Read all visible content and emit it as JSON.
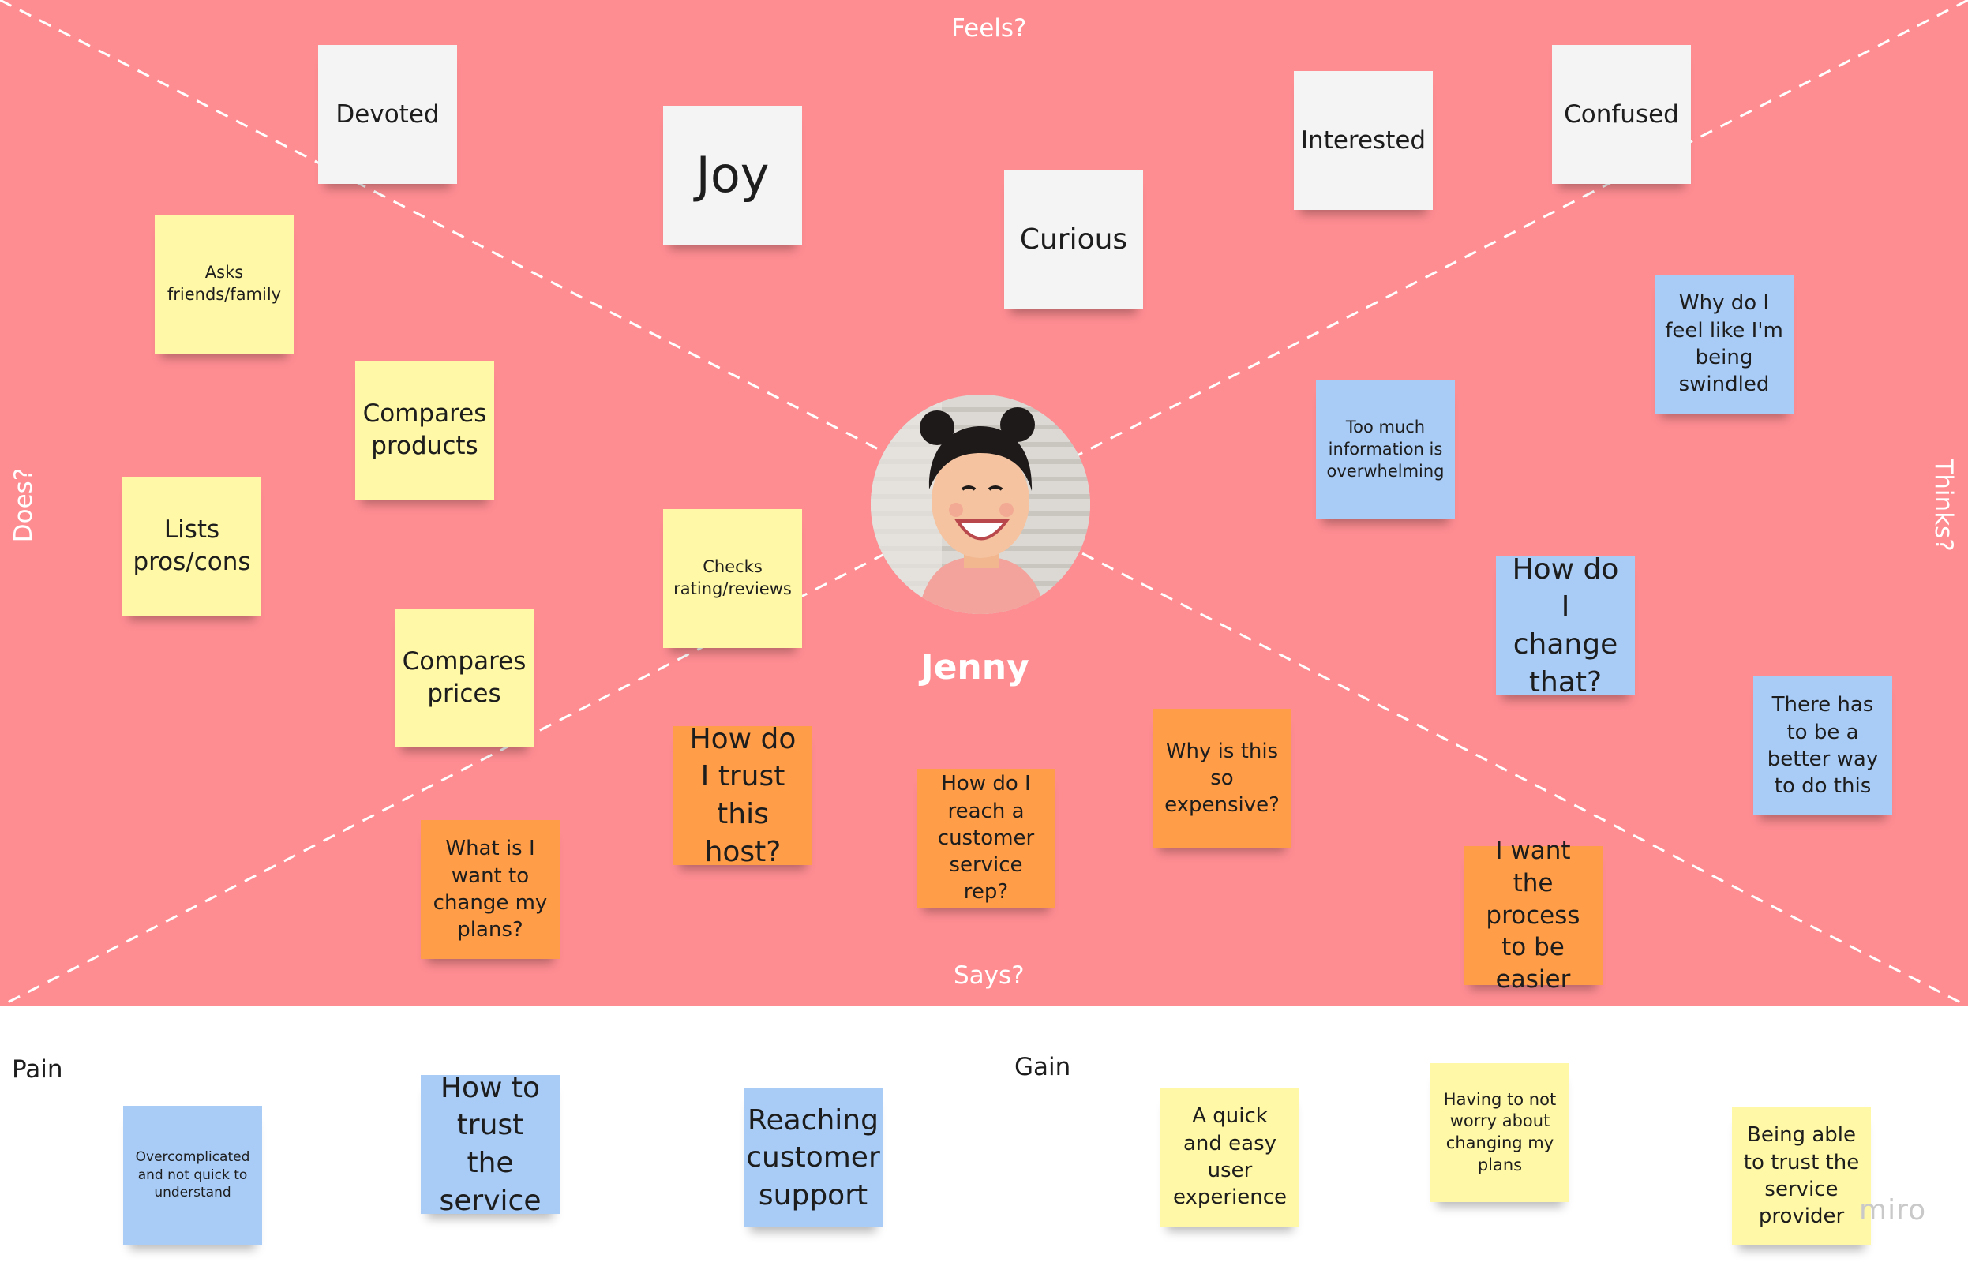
{
  "board": {
    "quadrants": {
      "feels": "Feels?",
      "says": "Says?",
      "does": "Does?",
      "thinks": "Thinks?"
    },
    "persona_name": "Jenny",
    "feels_notes": [
      "Devoted",
      "Joy",
      "Curious",
      "Interested",
      "Confused"
    ],
    "does_notes": [
      "Asks friends/family",
      "Compares products",
      "Lists pros/cons",
      "Checks rating/reviews",
      "Compares prices"
    ],
    "thinks_notes": [
      "Why do I feel like I'm being swindled",
      "Too much information is overwhelming",
      "How do I change that?",
      "There has to be a better way to do this"
    ],
    "says_notes": [
      "What is I want to change my plans?",
      "How do I trust this host?",
      "How do I reach a customer service rep?",
      "Why is this so expensive?",
      "I want the process to be easier"
    ],
    "pain": {
      "label": "Pain",
      "notes": [
        "Overcomplicated and not quick to understand",
        "How to trust the service",
        "Reaching customer support"
      ]
    },
    "gain": {
      "label": "Gain",
      "notes": [
        "A quick and easy user experience",
        "Having to not worry about changing my plans",
        "Being able to trust the service provider"
      ]
    },
    "watermark": "miro"
  },
  "colors": {
    "map_background": "#fe8d92",
    "sticky_white": "#f4f4f4",
    "sticky_yellow": "#fff8a6",
    "sticky_blue": "#a9ccf6",
    "sticky_orange": "#ff9d48"
  }
}
